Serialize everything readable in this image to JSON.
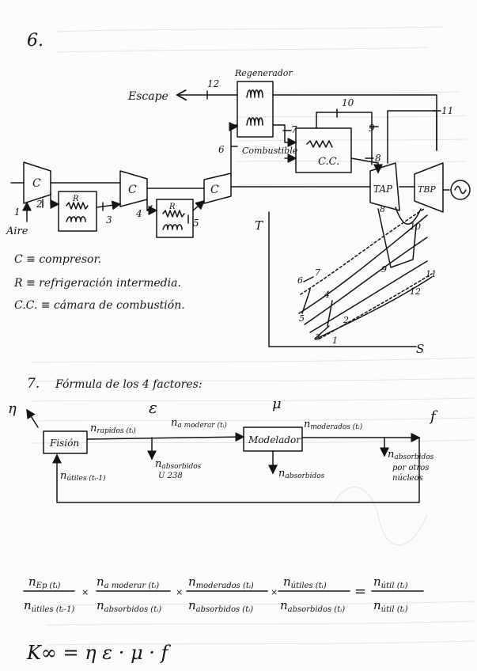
{
  "problem6": {
    "number": "6.",
    "escape": "Escape",
    "regenerador": "Regenerador",
    "combustible": "Combustible",
    "cc_box": "C.C.",
    "compressor_label": "C",
    "refrig_label": "R",
    "tap": "TAP",
    "tbp": "TBP",
    "aire": "Aire",
    "state_labels": [
      "1",
      "2",
      "3",
      "4",
      "5",
      "6",
      "7",
      "8",
      "9",
      "10",
      "11",
      "12"
    ],
    "legend": [
      "C ≡ compresor.",
      "R ≡ refrigeración intermedia.",
      "C.C. ≡ cámara de combustión."
    ],
    "ts_axis_t": "T",
    "ts_axis_s": "S",
    "ts_points": [
      "1",
      "2",
      "3",
      "4",
      "5",
      "6",
      "7",
      "8",
      "9",
      "10",
      "11",
      "12"
    ]
  },
  "problem7": {
    "number": "7.",
    "title": "Fórmula de los 4 factores:",
    "eta": "η",
    "epsilon": "ε",
    "mu": "μ",
    "f": "f",
    "fision": "Fisión",
    "moderador": "Modelador",
    "n_rapidos": "n",
    "n_rapidos_sub": "rapidos (tᵢ)",
    "n_a_moderar": "n",
    "n_a_moderar_sub": "a moderar (tᵢ)",
    "n_moderados": "n",
    "n_moderados_sub": "moderados (tᵢ)",
    "n_absorbidos_u": "n",
    "n_absorbidos_u_sub": "absorbidos",
    "n_absorbidos_u_tag": "U 238",
    "n_absorbidos_m": "n",
    "n_absorbidos_m_sub": "absorbidos",
    "n_absorbidos_otros": "n",
    "n_absorbidos_otros_sub": "absorbidos",
    "n_absorbidos_otros_tag1": "por otros",
    "n_absorbidos_otros_tag2": "núcleos",
    "n_utiles": "n",
    "n_utiles_sub": "útiles (tᵢ-1)"
  },
  "formula": {
    "f1_num": "n",
    "f1_num_sub": "Ep (tᵢ)",
    "f1_den": "n",
    "f1_den_sub": "útiles (tᵢ-1)",
    "f2_num": "n",
    "f2_num_sub": "a moderar (tᵢ)",
    "f2_den": "n",
    "f2_den_sub": "absorbidos (tᵢ)",
    "f3_num": "n",
    "f3_num_sub": "moderados (tᵢ)",
    "f3_den": "n",
    "f3_den_sub": "absorbidos (tᵢ)",
    "f4_num": "n",
    "f4_num_sub": "útiles (tᵢ)",
    "f4_den": "n",
    "f4_den_sub": "absorbidos (tᵢ)",
    "r_num": "n",
    "r_num_sub": "útil (tᵢ)",
    "r_den": "n",
    "r_den_sub": "útil (tᵢ)",
    "times": "×",
    "equals": "=",
    "k_inf": "K∞ = η ε · μ · f"
  }
}
